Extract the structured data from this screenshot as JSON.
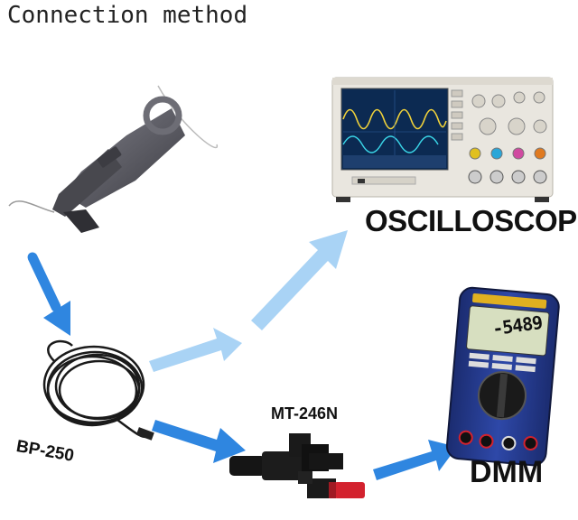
{
  "title": "Connection method",
  "devices": {
    "oscilloscope": "OSCILLOSCOPE",
    "probe_cable": "BP-250",
    "adapter": "MT-246N",
    "multimeter": "DMM",
    "multimeter_reading": "-5489"
  },
  "colors": {
    "arrow_strong": "#2f86e0",
    "arrow_light": "#a9d3f5",
    "clamp_body": "#5a5a62",
    "scope_body": "#e9e6df",
    "scope_screen": "#0c2a52",
    "dmm_body": "#243a8c",
    "dmm_display": "#d7dfc0",
    "plug_red": "#d3222e"
  }
}
